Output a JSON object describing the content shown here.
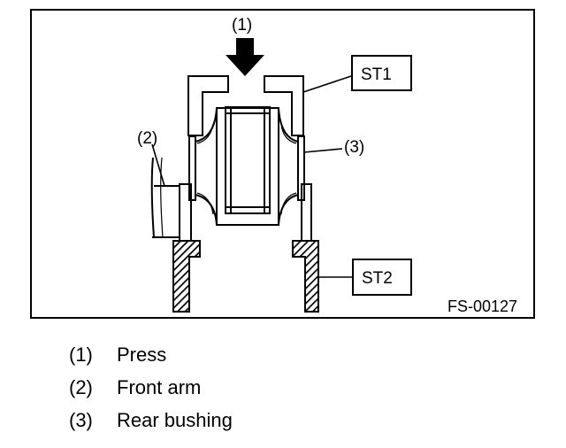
{
  "figure": {
    "callouts": {
      "press": "(1)",
      "front_arm": "(2)",
      "rear_bushing": "(3)"
    },
    "tools": {
      "st1": "ST1",
      "st2": "ST2"
    },
    "figure_code": "FS-00127"
  },
  "legend": [
    {
      "num": "(1)",
      "text": "Press"
    },
    {
      "num": "(2)",
      "text": "Front arm"
    },
    {
      "num": "(3)",
      "text": "Rear bushing"
    }
  ]
}
